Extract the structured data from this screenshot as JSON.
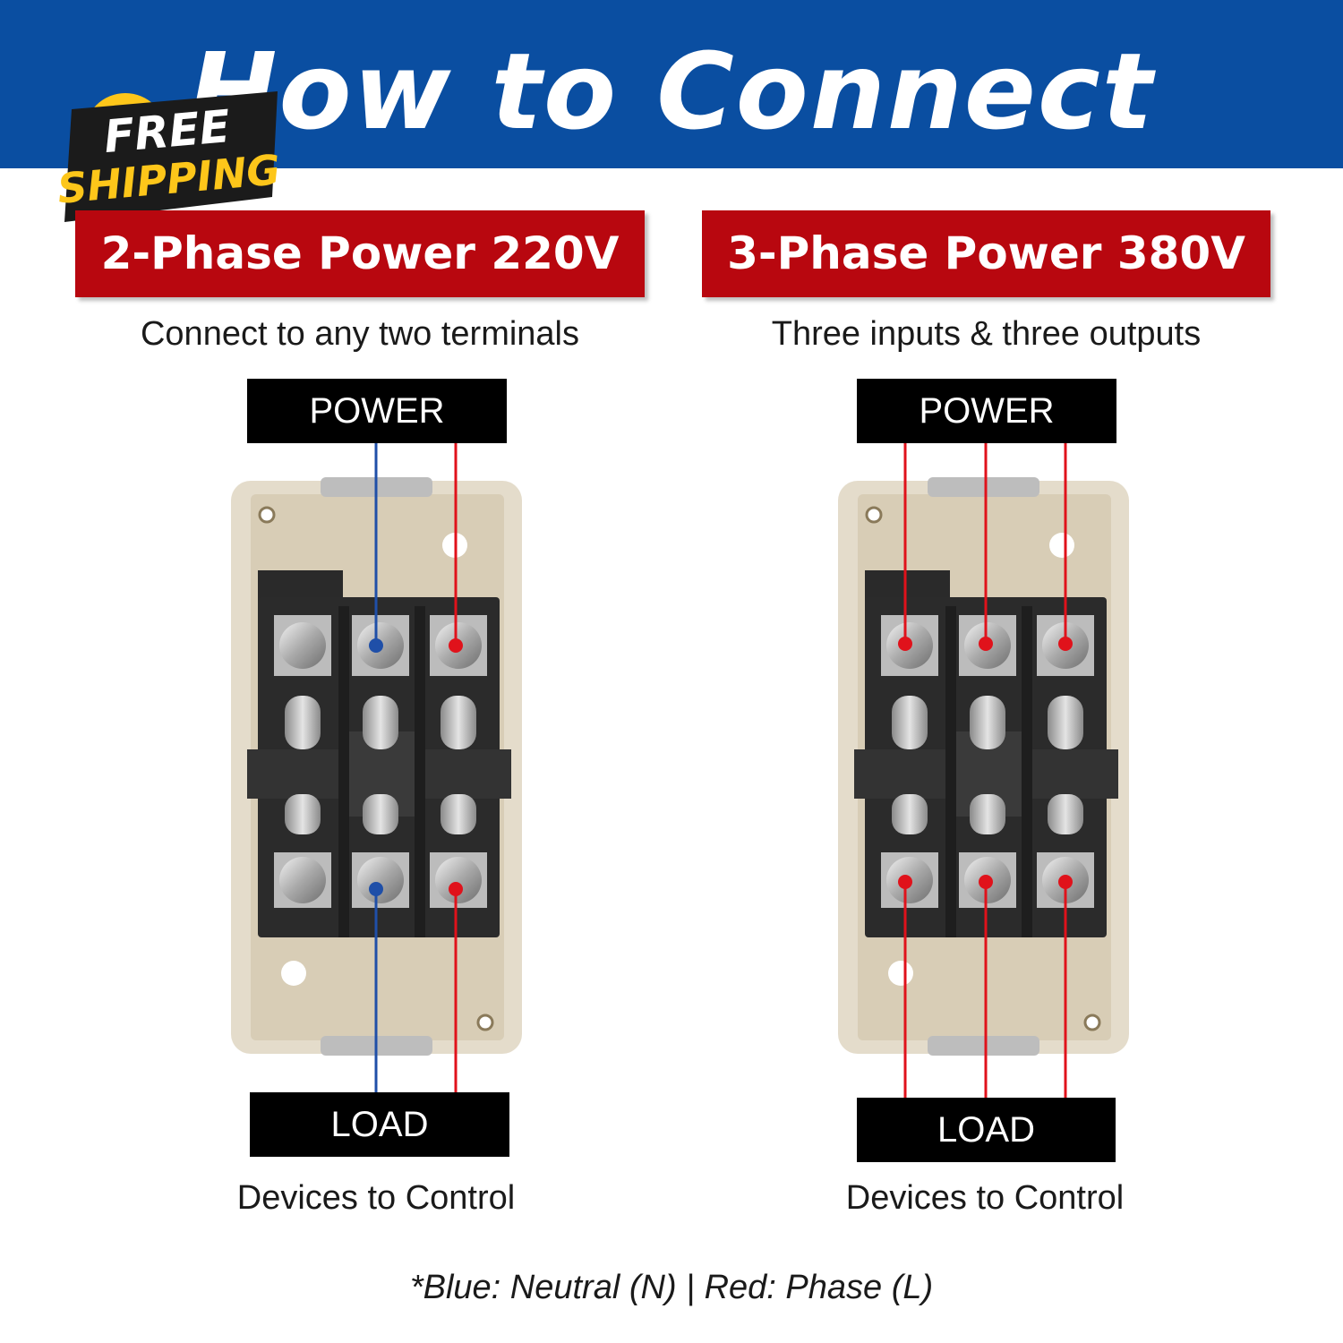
{
  "header": {
    "title": "How to Connect",
    "background_color": "#0a4ea1"
  },
  "badge": {
    "line1": "FREE",
    "line2": "SHIPPING",
    "accent_color": "#fdc61a"
  },
  "left": {
    "phase_label": "2-Phase Power 220V",
    "subtitle": "Connect to any two terminals",
    "power_tag": "POWER",
    "load_tag": "LOAD",
    "devices_label": "Devices to Control",
    "wires": [
      "blue",
      "red"
    ]
  },
  "right": {
    "phase_label": "3-Phase Power 380V",
    "subtitle": "Three inputs & three outputs",
    "power_tag": "POWER",
    "load_tag": "LOAD",
    "devices_label": "Devices to Control",
    "wires": [
      "red",
      "red",
      "red"
    ]
  },
  "legend": {
    "text": "*Blue: Neutral (N) | Red: Phase (L)"
  },
  "colors": {
    "neutral_wire": "#1f4fa8",
    "phase_wire": "#e0121b",
    "label_red": "#b8070f"
  }
}
